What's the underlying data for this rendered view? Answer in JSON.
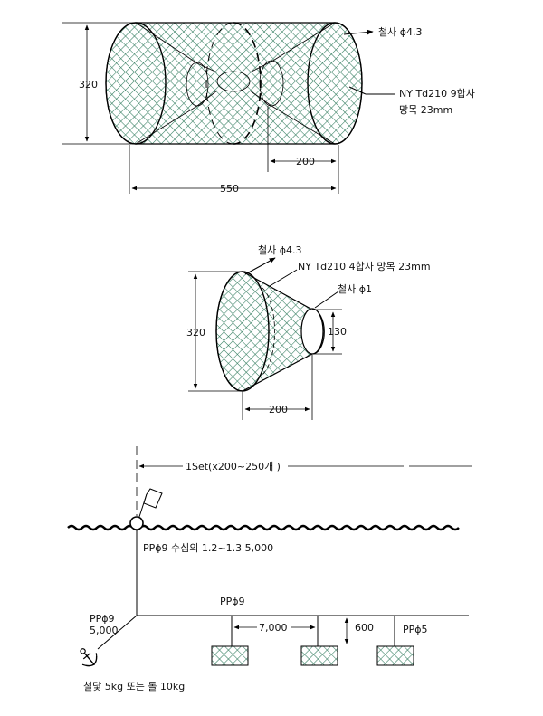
{
  "trap_cylinder": {
    "label_frame_wire": "철사 ϕ4.3",
    "label_net_line1": "NY Td210 9합사",
    "label_net_line2": "망목 23mm",
    "dim_height": "320",
    "dim_funnel": "200",
    "dim_length": "550"
  },
  "funnel_detail": {
    "label_frame_wire": "철사 ϕ4.3",
    "label_net": "NY Td210 4합사 망목 23mm",
    "label_ring_wire": "철사 ϕ1",
    "dim_height": "320",
    "dim_opening": "130",
    "dim_length": "200"
  },
  "rigging": {
    "set_label": "1Set(x200~250개 )",
    "float_rope": "PPϕ9 수심의 1.2~1.3  5,000",
    "main_line": "PPϕ9",
    "anchor_rope_line1": "PPϕ9",
    "anchor_rope_line2": "5,000",
    "spacing": "7,000",
    "branch_length": "600",
    "branch_rope": "PPϕ5",
    "anchor_note": "철닻 5kg 또는 돌 10kg"
  },
  "colors": {
    "mesh": "#2f7a5c",
    "line": "#000000"
  }
}
